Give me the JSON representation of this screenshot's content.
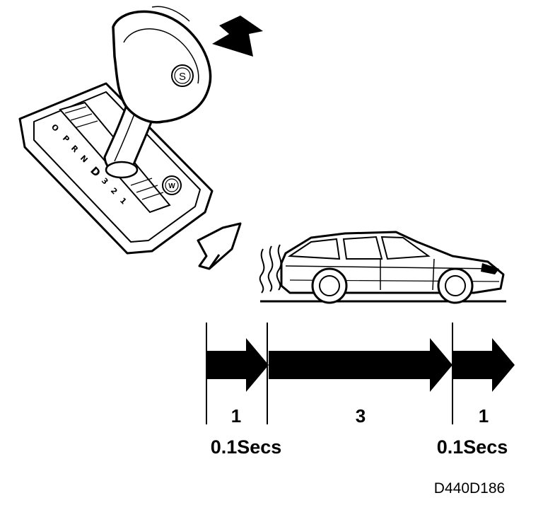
{
  "figure": {
    "shifter": {
      "knob_button": "S",
      "winter_button": "W",
      "gates": [
        "O",
        "P",
        "R",
        "N",
        "D",
        "3",
        "2",
        "1"
      ],
      "selected_gate": "D"
    },
    "timing": {
      "segments": [
        {
          "count": "1",
          "duration": "0.1Secs"
        },
        {
          "count": "3",
          "duration": ""
        },
        {
          "count": "1",
          "duration": "0.1Secs"
        }
      ]
    },
    "code": "D440D186"
  }
}
